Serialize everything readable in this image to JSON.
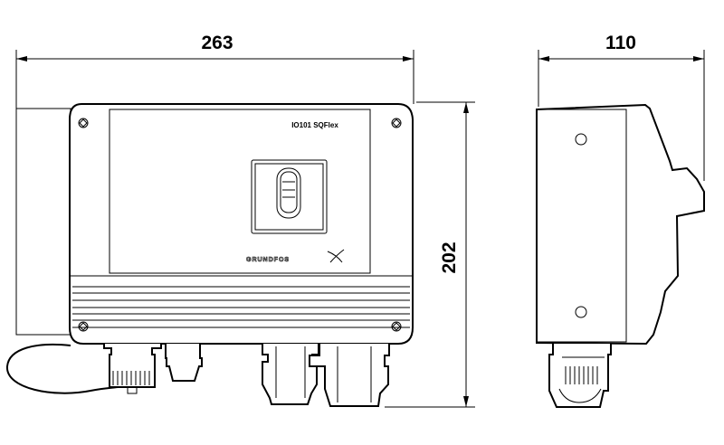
{
  "dimensions": {
    "width": "263",
    "height": "202",
    "depth": "110"
  },
  "product": {
    "model_label": "IO101 SQFlex",
    "brand_logo": "GRUNDFOS"
  }
}
